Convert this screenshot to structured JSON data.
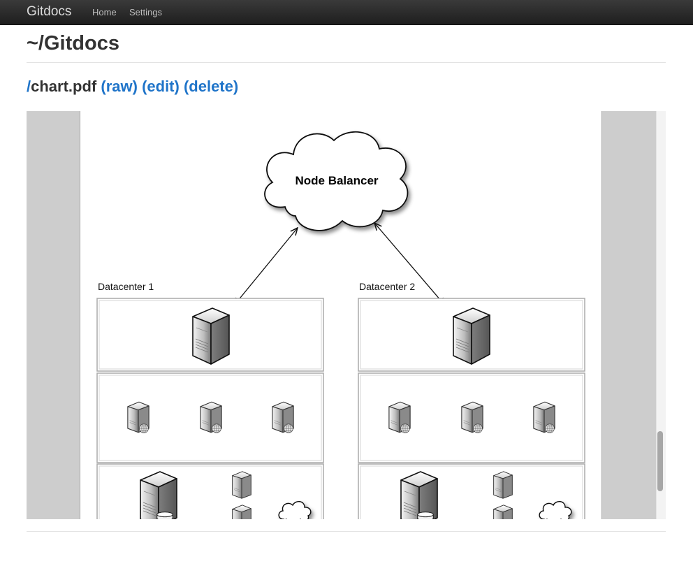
{
  "navbar": {
    "brand": "Gitdocs",
    "links": [
      "Home",
      "Settings"
    ]
  },
  "page_title": "~/Gitdocs",
  "file": {
    "root_link": "/",
    "name": "chart.pdf",
    "actions": [
      "(raw)",
      "(edit)",
      "(delete)"
    ]
  },
  "diagram": {
    "cloud_label": "Node Balancer",
    "datacenters": [
      {
        "label": "Datacenter 1"
      },
      {
        "label": "Datacenter 2"
      }
    ]
  }
}
